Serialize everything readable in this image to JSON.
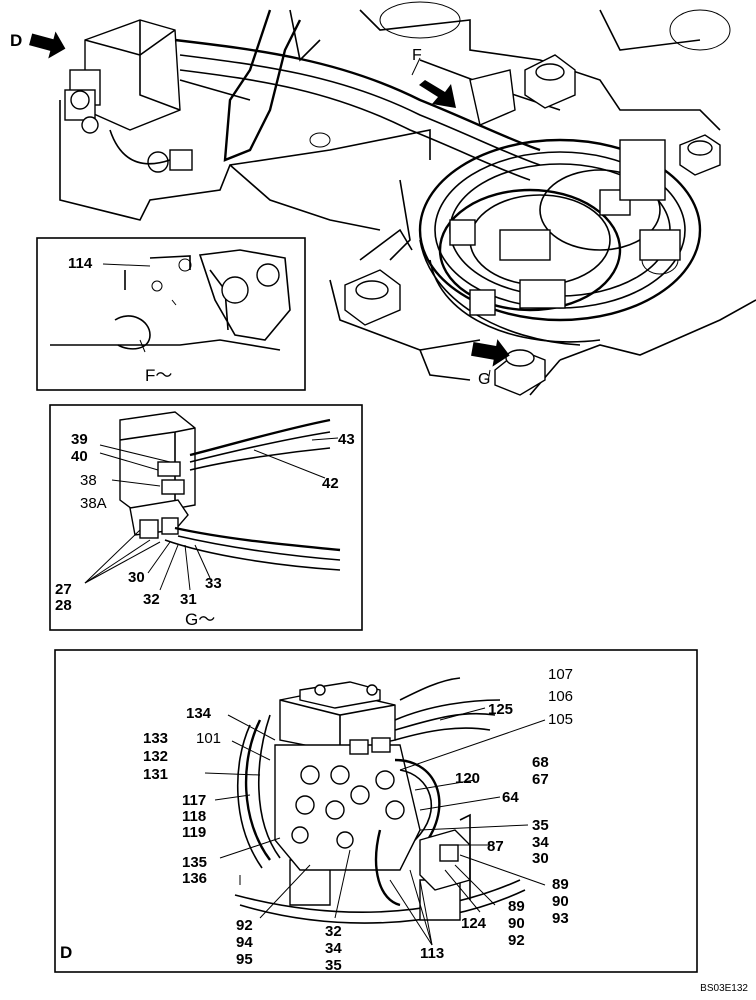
{
  "views": {
    "main": {
      "labels": {
        "D": "D",
        "F": "F",
        "G": "G"
      }
    },
    "detail_f": {
      "caption": "F～",
      "labels": [
        "114"
      ]
    },
    "detail_g": {
      "caption": "G～",
      "labels": [
        "39",
        "40",
        "38",
        "38A",
        "43",
        "42",
        "27",
        "28",
        "30",
        "32",
        "31",
        "33"
      ]
    },
    "detail_d": {
      "caption": "D",
      "labels": [
        "107",
        "106",
        "105",
        "125",
        "134",
        "101",
        "133",
        "132",
        "131",
        "117",
        "118",
        "119",
        "135",
        "136",
        "68",
        "67",
        "64",
        "120",
        "35",
        "34",
        "30",
        "87",
        "89",
        "90",
        "93",
        "124",
        "92",
        "94",
        "95",
        "113"
      ]
    }
  },
  "reference": "BS03E132"
}
